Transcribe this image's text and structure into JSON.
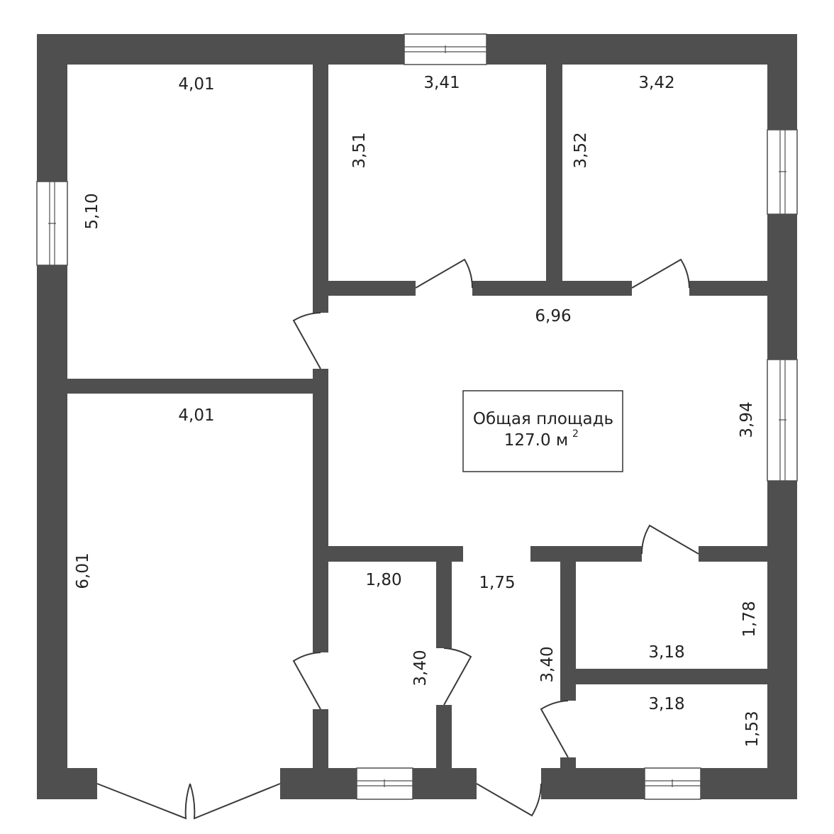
{
  "colors": {
    "wall": "#4f4f4f",
    "background": "#ffffff"
  },
  "dimensions": [
    "4,01",
    "5,10",
    "3,41",
    "3,51",
    "3,42",
    "3,52",
    "6,96",
    "3,94",
    "4,01",
    "6,01",
    "1,80",
    "3,40",
    "1,75",
    "3,40",
    "1,78",
    "3,18",
    "3,18",
    "1,53"
  ],
  "area": {
    "label": "Общая площадь",
    "value": "127.0 м",
    "superscript": "2"
  }
}
